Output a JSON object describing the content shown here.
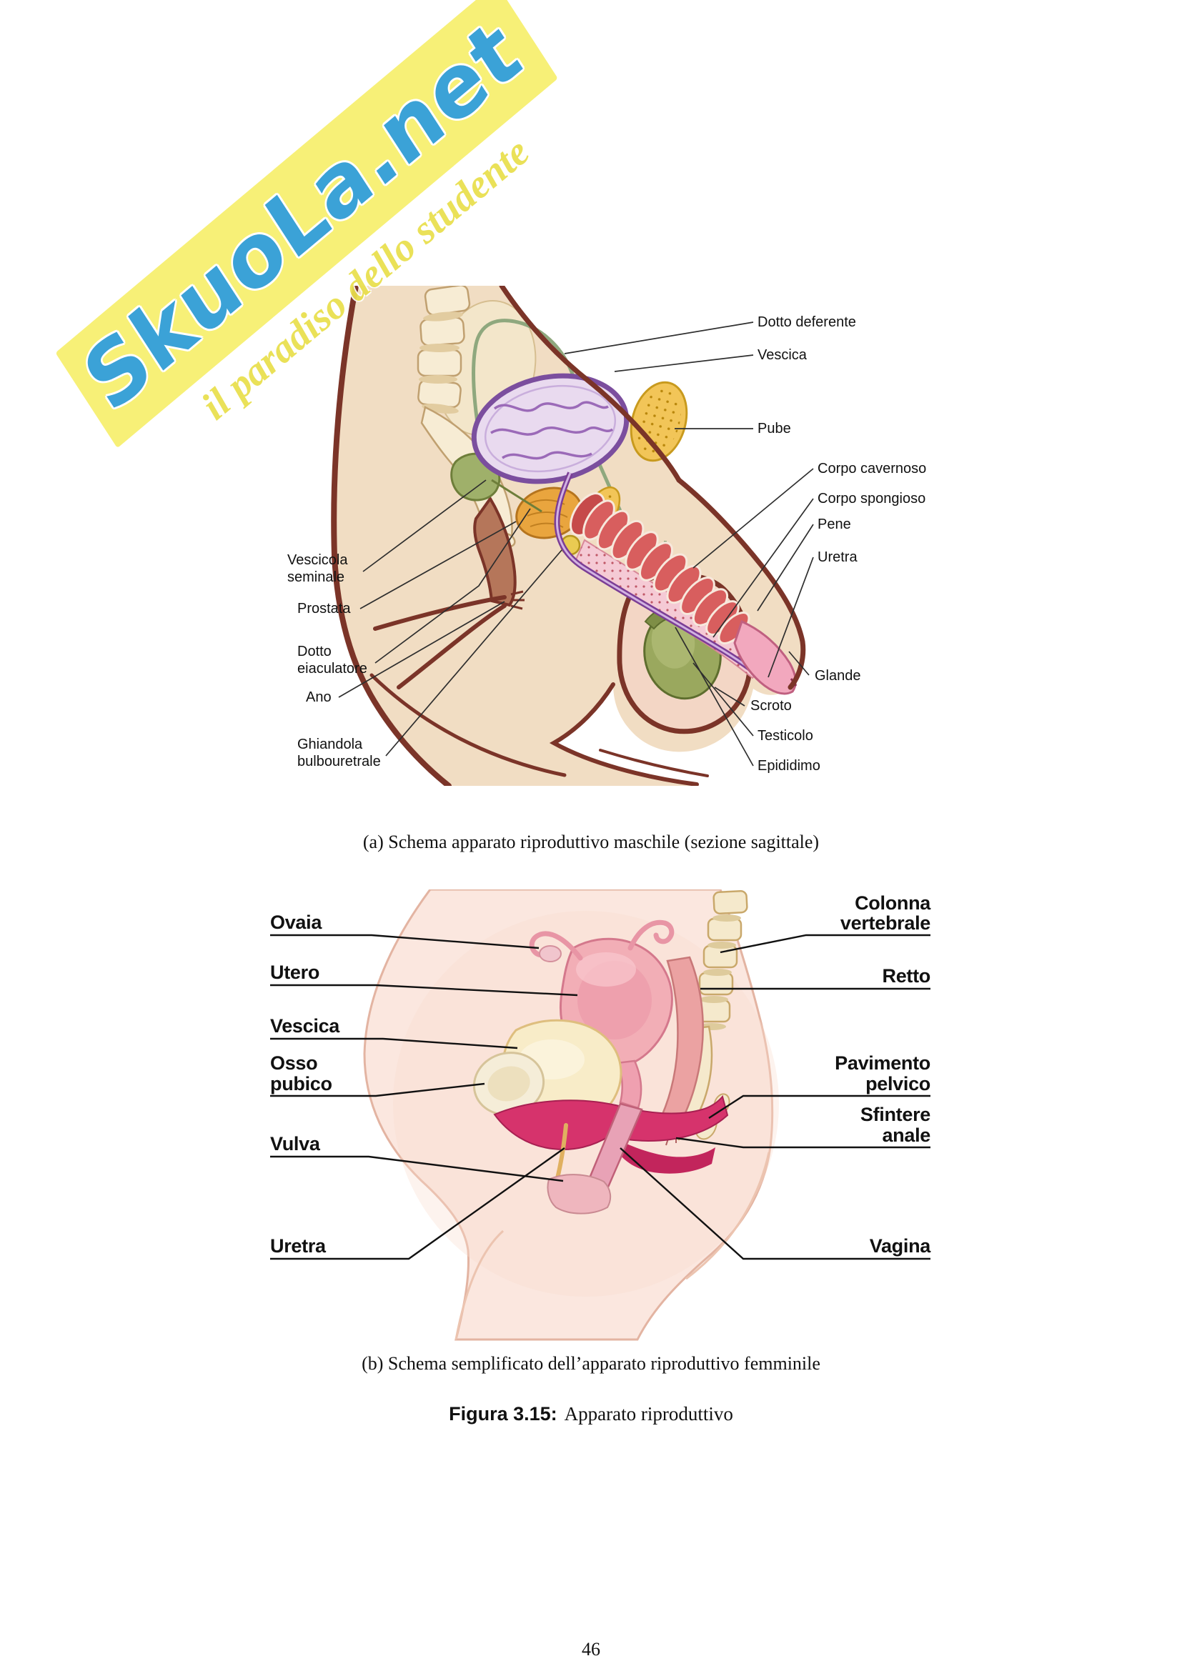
{
  "watermark": {
    "brand": "SkuoLa.net",
    "tagline": "il paradiso dello studente"
  },
  "figure": {
    "label": "Figura 3.15:",
    "title": "Apparato riproduttivo",
    "subfigures": [
      {
        "caption": "(a) Schema apparato riproduttivo maschile (sezione sagittale)",
        "labels": {
          "dotto_deferente": "Dotto deferente",
          "vescica": "Vescica",
          "pube": "Pube",
          "corpo_cavernoso": "Corpo cavernoso",
          "corpo_spongioso": "Corpo spongioso",
          "pene": "Pene",
          "uretra": "Uretra",
          "glande": "Glande",
          "scroto": "Scroto",
          "testicolo": "Testicolo",
          "epididimo": "Epididimo",
          "vescicola_seminale_line1": "Vescicola",
          "vescicola_seminale_line2": "seminale",
          "prostata": "Prostata",
          "dotto_eiaculatore_line1": "Dotto",
          "dotto_eiaculatore_line2": "eiaculatore",
          "ano": "Ano",
          "ghiandola_bulbouretrale_line1": "Ghiandola",
          "ghiandola_bulbouretrale_line2": "bulbouretrale"
        }
      },
      {
        "caption": "(b) Schema semplificato dell’apparato riproduttivo femminile",
        "labels": {
          "ovaia": "Ovaia",
          "utero": "Utero",
          "vescica": "Vescica",
          "osso_pubico_line1": "Osso",
          "osso_pubico_line2": "pubico",
          "vulva": "Vulva",
          "uretra": "Uretra",
          "colonna_vertebrale_line1": "Colonna",
          "colonna_vertebrale_line2": "vertebrale",
          "retto": "Retto",
          "pavimento_pelvico_line1": "Pavimento",
          "pavimento_pelvico_line2": "pelvico",
          "sfintere_anale_line1": "Sfintere",
          "sfintere_anale_line2": "anale",
          "vagina": "Vagina"
        }
      }
    ]
  },
  "page": {
    "number": "46"
  },
  "colors": {
    "watermark_blue": "#2D9BD5",
    "watermark_yellow": "#F7EF6D",
    "skin_outline": "#7B3428",
    "bladder_purple": "#7B4E9E",
    "bone_yellow": "#F2C558",
    "testicle_green": "#9AA85E",
    "pelvic_floor_magenta": "#D6336C"
  }
}
